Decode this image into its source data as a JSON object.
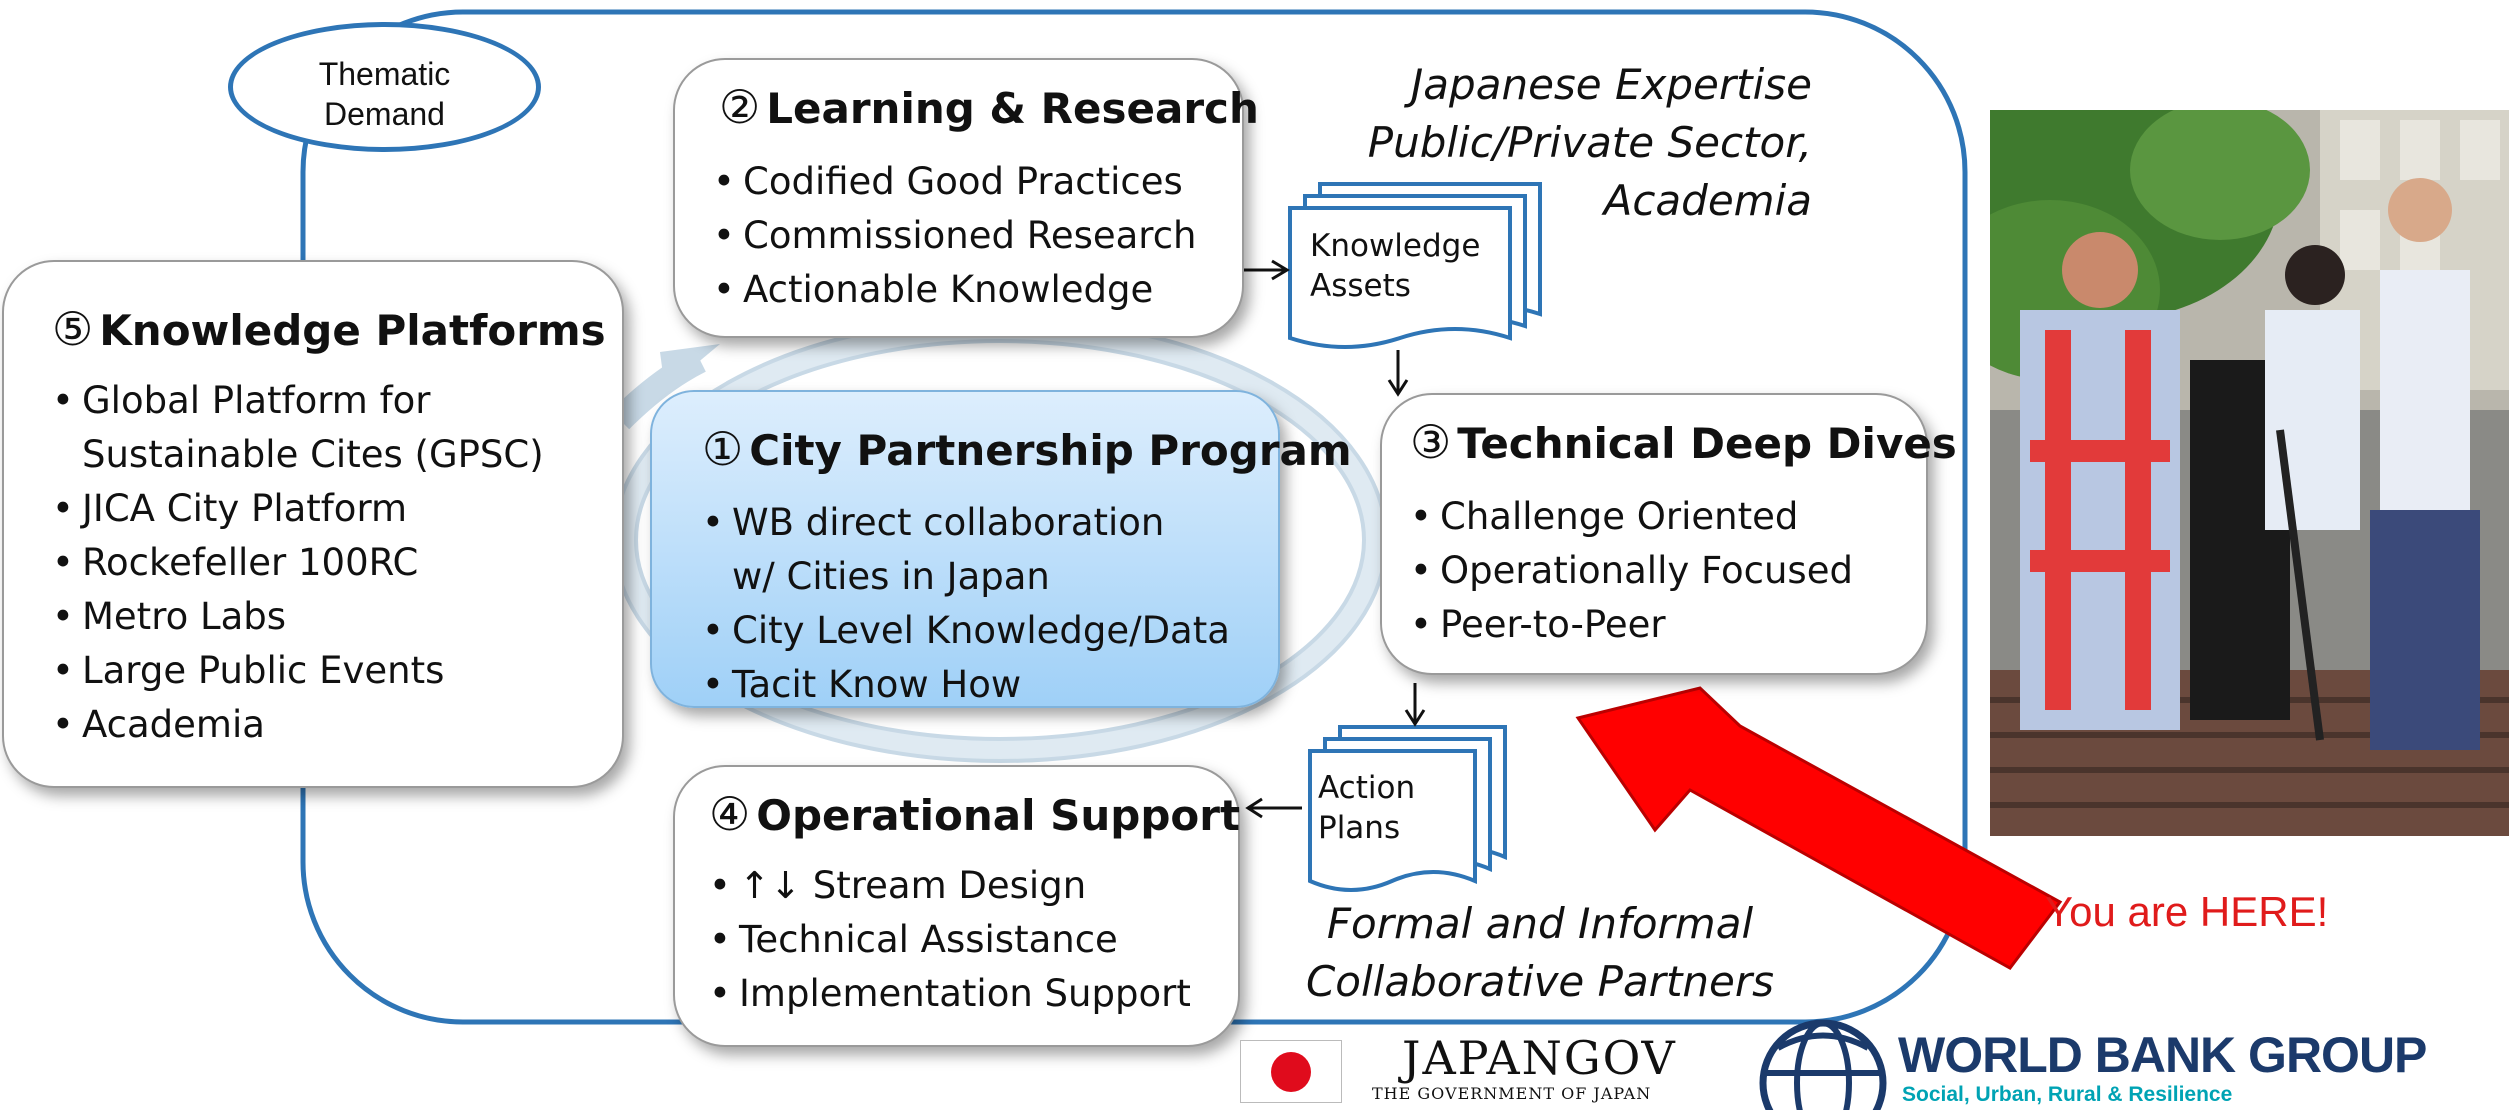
{
  "bubble": {
    "line1": "Thematic",
    "line2": "Demand"
  },
  "partners_top": {
    "line1": "Japanese Expertise",
    "line2": "Public/Private Sector,",
    "line3": "Academia"
  },
  "partners_bottom": {
    "line1": "Formal and Informal",
    "line2": "Collaborative Partners"
  },
  "box1": {
    "num": "①",
    "title": "City Partnership Program",
    "items": [
      "WB direct collaboration w/ Cities in Japan",
      "City Level Knowledge/Data",
      "Tacit Know How"
    ]
  },
  "box2": {
    "num": "②",
    "title": "Learning & Research",
    "items": [
      "Codified Good Practices",
      "Commissioned Research",
      "Actionable Knowledge"
    ]
  },
  "box3": {
    "num": "③",
    "title": "Technical Deep Dives",
    "items": [
      "Challenge Oriented",
      "Operationally Focused",
      "Peer-to-Peer"
    ]
  },
  "box4": {
    "num": "④",
    "title": "Operational Support",
    "items": [
      "↑↓ Stream Design",
      "Technical Assistance",
      "Implementation Support"
    ]
  },
  "box5": {
    "num": "⑤",
    "title": "Knowledge Platforms",
    "items": [
      "Global Platform for Sustainable Cites (GPSC)",
      "JICA City Platform",
      "Rockefeller 100RC",
      "Metro Labs",
      "Large Public Events",
      "Academia"
    ]
  },
  "doc_knowledge": {
    "line1": "Knowledge",
    "line2": "Assets"
  },
  "doc_action": {
    "line1": "Action",
    "line2": "Plans"
  },
  "callout": "You are HERE!",
  "japangov": {
    "main": "JAPANGOV",
    "sub": "THE GOVERNMENT OF JAPAN"
  },
  "wbg": {
    "main": "WORLD BANK GROUP",
    "sub": "Social, Urban, Rural & Resilience"
  },
  "colors": {
    "outline_blue": "#2e75b6",
    "callout_red": "#e01b1b",
    "arrow_red": "#ff0000",
    "wbg_navy": "#1b3a6b",
    "wbg_teal": "#00a3b4",
    "box1_fill": "#9fd0f7"
  }
}
